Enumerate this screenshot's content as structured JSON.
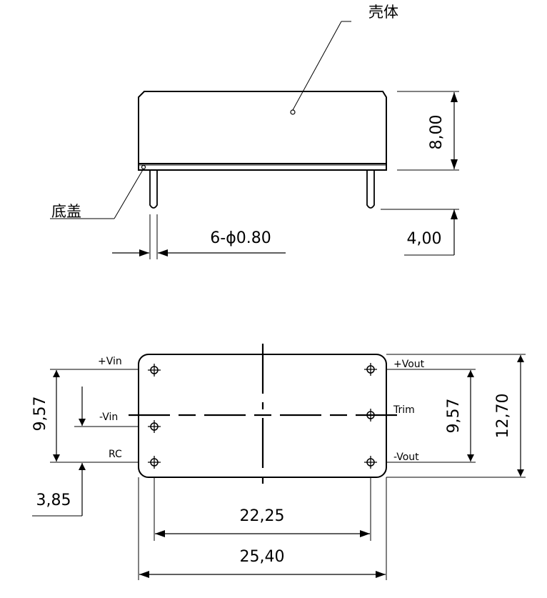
{
  "labels": {
    "shell": "壳体",
    "bottom_cover": "底盖",
    "height": "8,00",
    "pin_spec": "6-ϕ0.80",
    "pin_length": "4,00",
    "pin_pitch_left": "9,57",
    "pin_pitch_right": "9,57",
    "offset": "3,85",
    "body_height": "12,70",
    "pin_span": "22,25",
    "body_width": "25,40"
  },
  "pins": {
    "vin_pos": "+Vin",
    "vin_neg": "-Vin",
    "rc": "RC",
    "vout_pos": "+Vout",
    "trim": "Trim",
    "vout_neg": "-Vout"
  }
}
